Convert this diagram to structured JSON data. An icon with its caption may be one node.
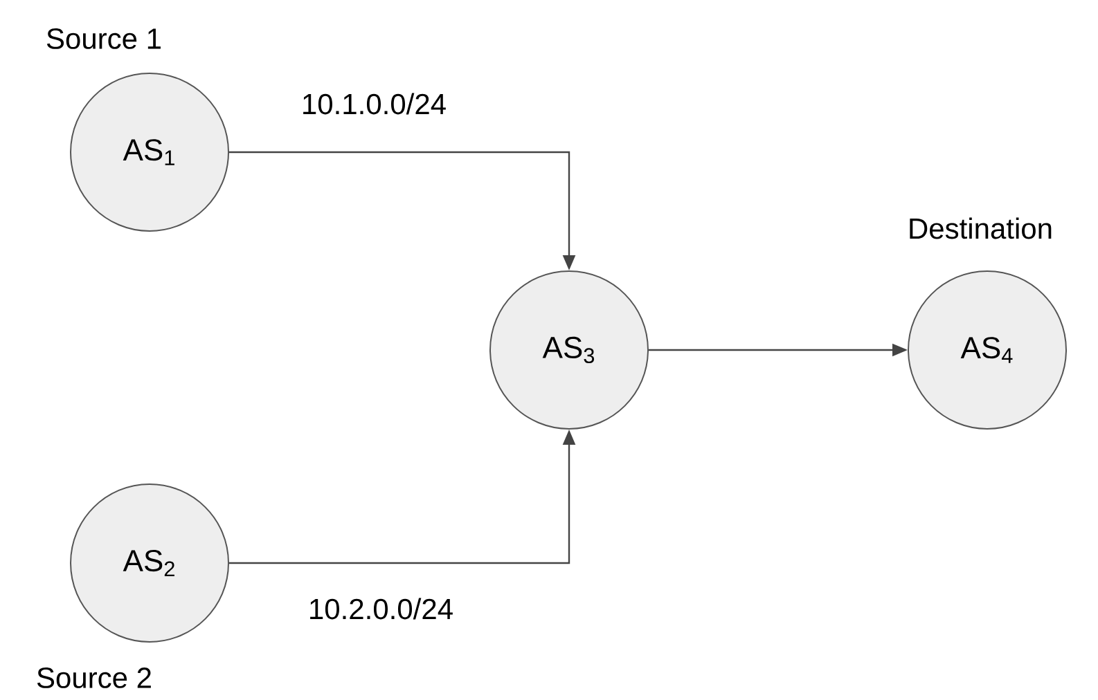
{
  "diagram": {
    "nodes": [
      {
        "text": [
          "AS$_{1}$"
        ],
        "beside": [
          "Source 1"
        ]
      },
      {
        "text": [
          "AS$_{2}$"
        ],
        "beside": [
          "Source 2"
        ]
      },
      {
        "text": [
          "AS$_{3}$"
        ]
      },
      {
        "text": [
          "AS$_{4}$"
        ],
        "beside": [
          "Destination"
        ]
      }
    ],
    "edges": [
      {
        "from": 0,
        "to": 2,
        "arrow": "to",
        "label": "10.1.0.0/24"
      },
      {
        "from": 1,
        "to": 2,
        "arrow": "to",
        "label": "10.2.0.0/24"
      },
      {
        "from": 2,
        "to": 3,
        "arrow": "to"
      }
    ]
  }
}
